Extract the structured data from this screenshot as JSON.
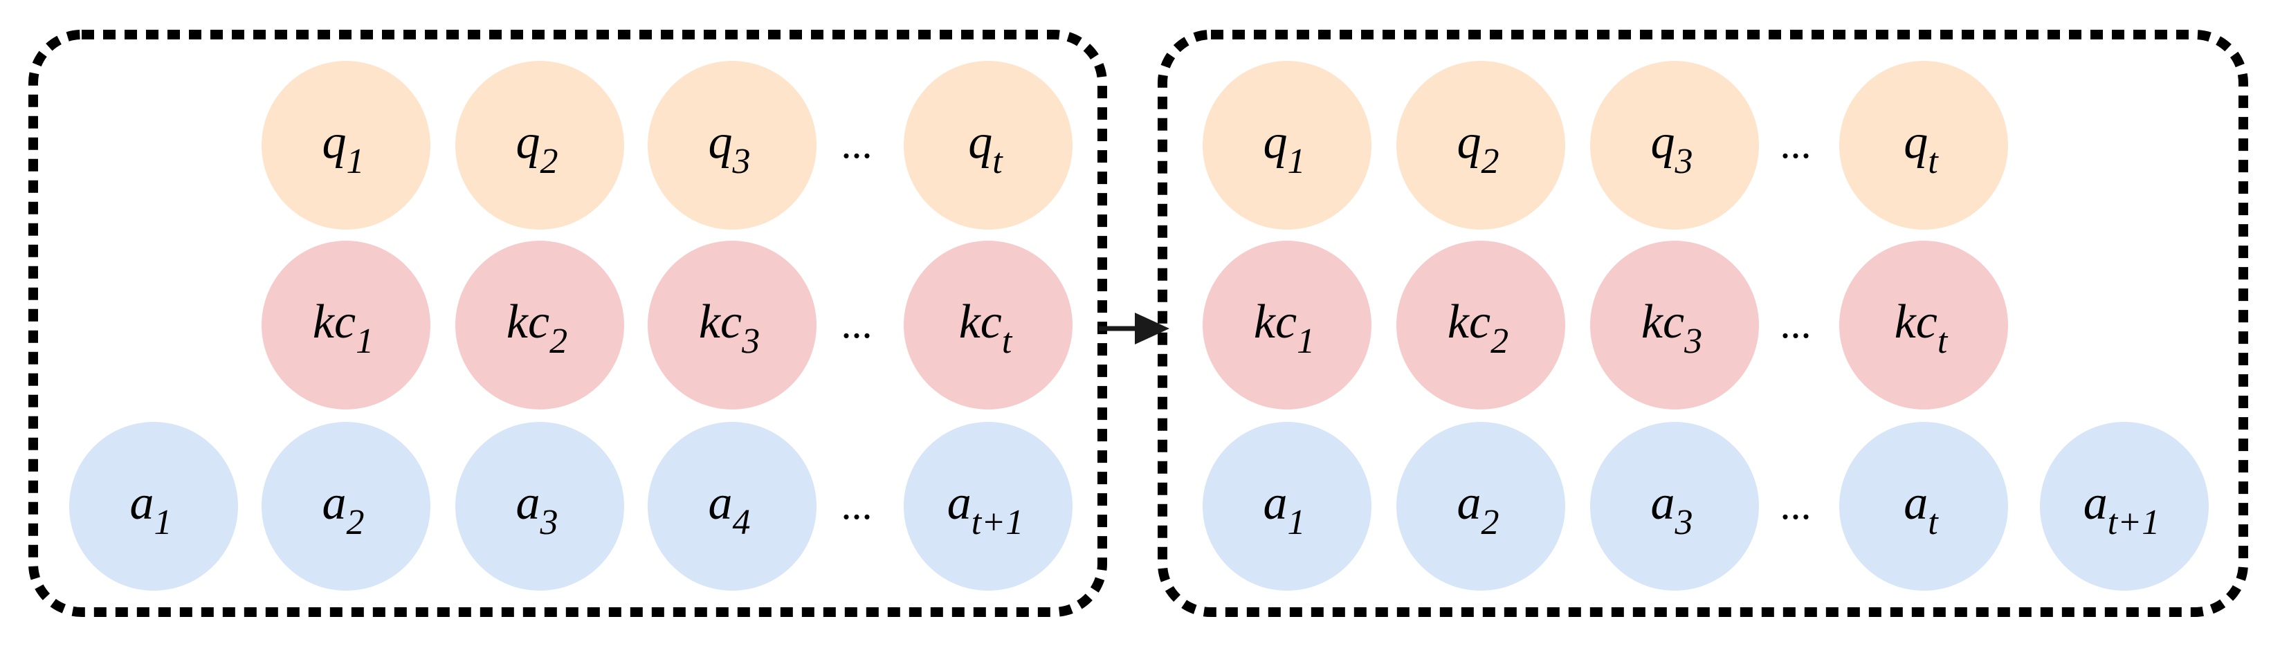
{
  "colors": {
    "q": "#fde4cb",
    "kc": "#f5cbcc",
    "a": "#d6e5f7",
    "border": "#000000",
    "arrow": "#1a1a1a"
  },
  "left_panel": {
    "q_row": [
      {
        "base": "q",
        "sub": "1"
      },
      {
        "base": "q",
        "sub": "2"
      },
      {
        "base": "q",
        "sub": "3"
      },
      {
        "ellipsis": "..."
      },
      {
        "base": "q",
        "sub": "t"
      }
    ],
    "kc_row": [
      {
        "base": "kc",
        "sub": "1"
      },
      {
        "base": "kc",
        "sub": "2"
      },
      {
        "base": "kc",
        "sub": "3"
      },
      {
        "ellipsis": "..."
      },
      {
        "base": "kc",
        "sub": "t"
      }
    ],
    "a_row": [
      {
        "base": "a",
        "sub": "1"
      },
      {
        "base": "a",
        "sub": "2"
      },
      {
        "base": "a",
        "sub": "3"
      },
      {
        "base": "a",
        "sub": "4"
      },
      {
        "ellipsis": "..."
      },
      {
        "base": "a",
        "sub": "t+1"
      }
    ]
  },
  "right_panel": {
    "q_row": [
      {
        "base": "q",
        "sub": "1"
      },
      {
        "base": "q",
        "sub": "2"
      },
      {
        "base": "q",
        "sub": "3"
      },
      {
        "ellipsis": "..."
      },
      {
        "base": "q",
        "sub": "t"
      }
    ],
    "kc_row": [
      {
        "base": "kc",
        "sub": "1"
      },
      {
        "base": "kc",
        "sub": "2"
      },
      {
        "base": "kc",
        "sub": "3"
      },
      {
        "ellipsis": "..."
      },
      {
        "base": "kc",
        "sub": "t"
      }
    ],
    "a_row": [
      {
        "base": "a",
        "sub": "1"
      },
      {
        "base": "a",
        "sub": "2"
      },
      {
        "base": "a",
        "sub": "3"
      },
      {
        "ellipsis": "..."
      },
      {
        "base": "a",
        "sub": "t"
      },
      {
        "base": "a",
        "sub": "t+1"
      }
    ]
  }
}
